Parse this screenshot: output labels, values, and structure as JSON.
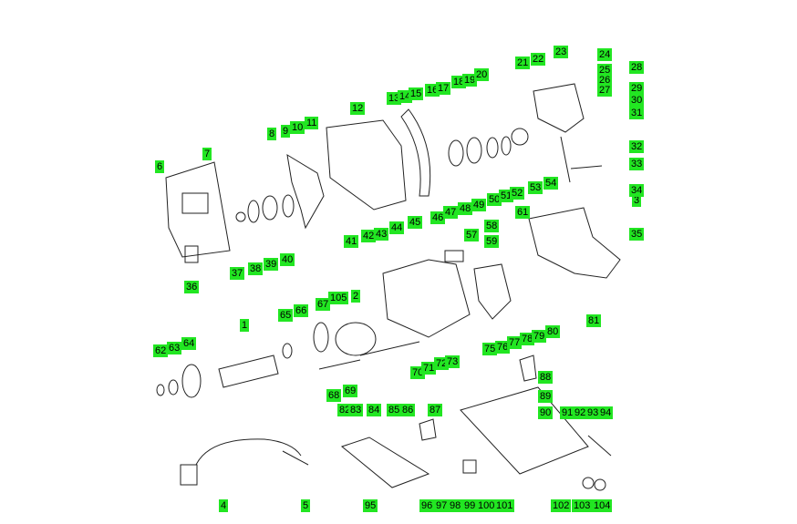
{
  "labels": [
    "1",
    "2",
    "3",
    "4",
    "5",
    "6",
    "7",
    "8",
    "9",
    "10",
    "11",
    "12",
    "13",
    "14",
    "15",
    "16",
    "17",
    "18",
    "19",
    "20",
    "21",
    "22",
    "23",
    "24",
    "25",
    "26",
    "27",
    "28",
    "29",
    "30",
    "31",
    "32",
    "33",
    "34",
    "35",
    "36",
    "37",
    "38",
    "39",
    "40",
    "41",
    "42",
    "43",
    "44",
    "45",
    "46",
    "47",
    "48",
    "49",
    "50",
    "51",
    "52",
    "53",
    "54",
    "57",
    "58",
    "59",
    "61",
    "62",
    "63",
    "64",
    "65",
    "66",
    "67",
    "68",
    "69",
    "70",
    "71",
    "72",
    "73",
    "75",
    "76",
    "77",
    "78",
    "79",
    "80",
    "81",
    "82",
    "83",
    "84",
    "85",
    "86",
    "87",
    "88",
    "89",
    "90",
    "91",
    "92",
    "93",
    "94",
    "95",
    "96",
    "97",
    "98",
    "99",
    "100",
    "101",
    "102",
    "103",
    "104",
    "105"
  ],
  "colors": {
    "label_bg": "#22e622",
    "line": "#222222"
  }
}
